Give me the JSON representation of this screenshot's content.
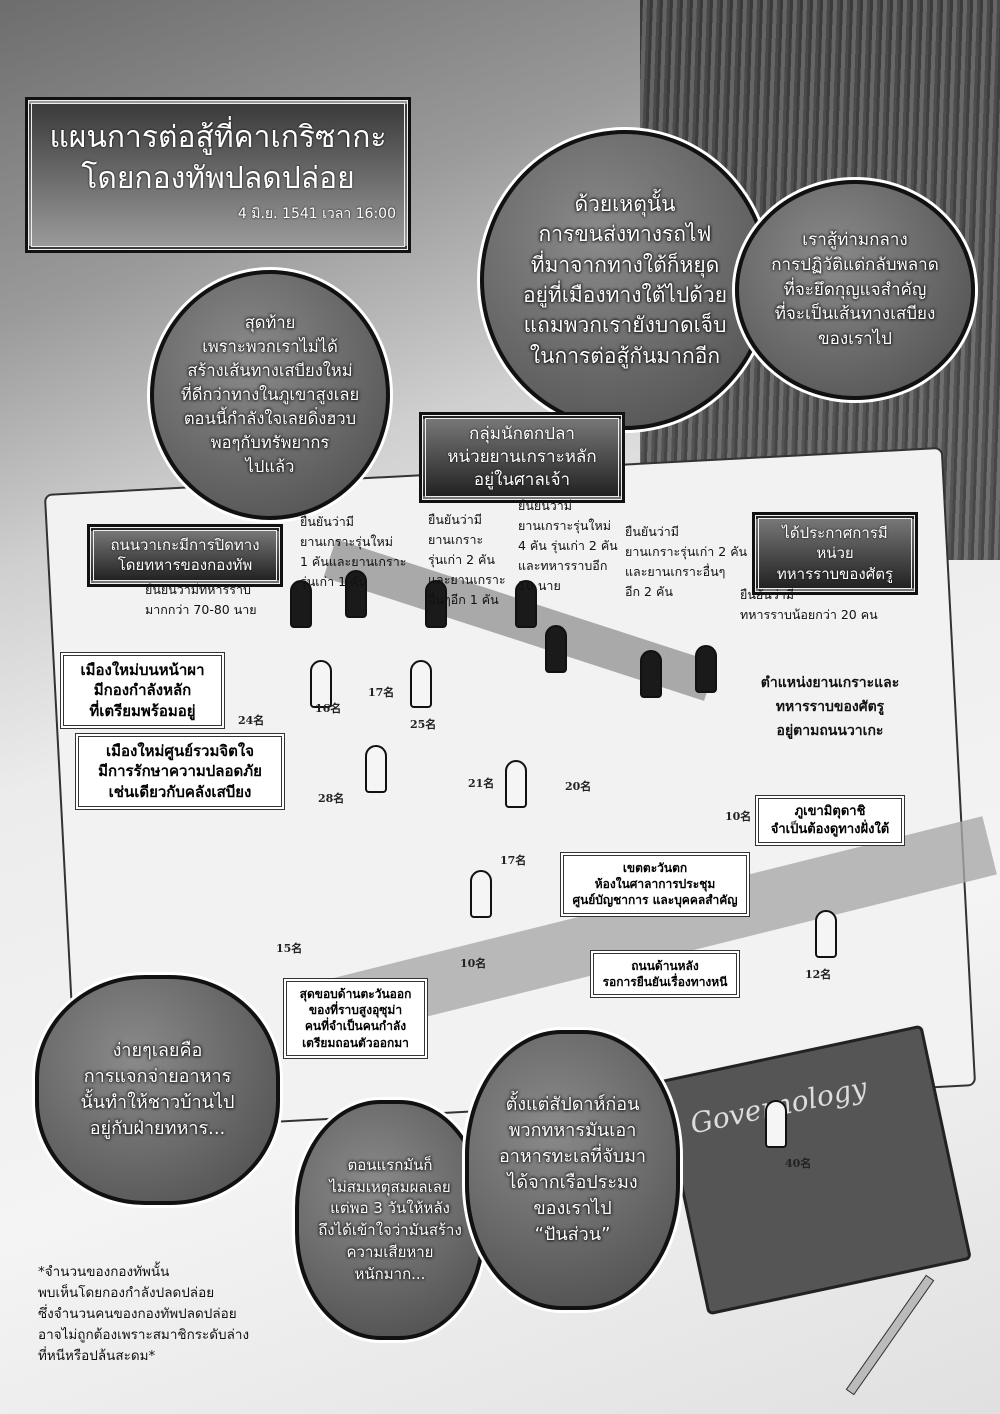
{
  "title_box": {
    "line1": "แผนการต่อสู้ที่คาเกริซากะ",
    "line2": "โดยกองทัพปลดปล่อย",
    "date": "4 มิ.ย. 1541 เวลา 16:00"
  },
  "bubbles": {
    "top_center": [
      "ด้วยเหตุนั้น",
      "การขนส่งทางรถไฟ",
      "ที่มาจากทางใต้ก็หยุด",
      "อยู่ที่เมืองทางใต้ไปด้วย",
      "แถมพวกเรายังบาดเจ็บ",
      "ในการต่อสู้กันมากอีก"
    ],
    "top_right": [
      "เราสู้ท่ามกลาง",
      "การปฏิวัติแต่กลับพลาด",
      "ที่จะยึดกุญแจสำคัญ",
      "ที่จะเป็นเส้นทางเสบียง",
      "ของเราไป"
    ],
    "left": [
      "สุดท้าย",
      "เพราะพวกเราไม่ได้",
      "สร้างเส้นทางเสบียงใหม่",
      "ที่ดีกว่าทางในภูเขาสูงเลย",
      "ตอนนี้กำลังใจเลยดิ่งฮวบ",
      "พอๆกับทรัพยากร",
      "ไปแล้ว"
    ],
    "bottom_left": [
      "ง่ายๆเลยคือ",
      "การแจกจ่ายอาหาร",
      "นั้นทำให้ชาวบ้านไป",
      "อยู่กับฝ่ายทหาร..."
    ],
    "bottom_mid": [
      "ตอนแรกมันก็",
      "ไม่สมเหตุสมผลเลย",
      "แต่พอ 3 วันให้หลัง",
      "ถึงได้เข้าใจว่ามันสร้าง",
      "ความเสียหาย",
      "หนักมาก..."
    ],
    "bottom_right": [
      "ตั้งแต่สัปดาห์ก่อน",
      "พวกทหารมันเอา",
      "อาหารทะเลที่จับมา",
      "ได้จากเรือประมง",
      "ของเราไป",
      "“ปันส่วน”"
    ]
  },
  "labels": {
    "fishermen": [
      "กลุ่มนักตกปลา",
      "หน่วยยานเกราะหลัก",
      "อยู่ในศาลเจ้า"
    ],
    "wake_road": [
      "ถนนวาเกะมีการปิดทาง",
      "โดยทหารของกองทัพ"
    ],
    "enemy_infantry": [
      "ได้ประกาศการมีหน่วย",
      "ทหารราบของศัตรู"
    ],
    "cliff_town": [
      "เมืองใหม่บนหน้าผา",
      "มีกองกำลังหลัก",
      "ที่เตรียมพร้อมอยู่"
    ],
    "center_town": [
      "เมืองใหม่ศูนย์รวมจิตใจ",
      "มีการรักษาความปลอดภัย",
      "เช่นเดียวกับคลังเสบียง"
    ],
    "enemy_position": [
      "ตำแหน่งยานเกราะและ",
      "ทหารราบของศัตรู",
      "อยู่ตามถนนวาเกะ"
    ],
    "mt_mitsudachi": [
      "ภูเขามิตุดาชิ",
      "จำเป็นต้องดูทางฝั่งใต้"
    ],
    "west_district": [
      "เขตตะวันตก",
      "ห้องในศาลาการประชุม",
      "ศูนย์บัญชาการ และบุคคลสำคัญ"
    ],
    "back_road": [
      "ถนนด้านหลัง",
      "รอการยืนยันเรื่องทางหนี"
    ],
    "east_edge": [
      "สุดขอบด้านตะวันออก",
      "ของที่ราบสูงอุซุม่า",
      "คนที่จำเป็นคนกำลัง",
      "เตรียมถอนตัวออกมา"
    ]
  },
  "notes": {
    "n1": [
      "ยืนยันว่ามี",
      "ยานเกราะรุ่นใหม่",
      "1 คันและยานเกราะ",
      "รุ่นเก่า 1 คัน"
    ],
    "n2": [
      "ยืนยันว่ามี",
      "ยานเกราะ",
      "รุ่นเก่า 2 คัน",
      "และยานเกราะ",
      "อื่นๆอีก 1 คัน"
    ],
    "n3": [
      "ยืนยันว่ามี",
      "ยานเกราะรุ่นใหม่",
      "4 คัน รุ่นเก่า 2 คัน",
      "และทหารราบอีก",
      "10 นาย"
    ],
    "n4": [
      "ยืนยันว่ามี",
      "ยานเกราะรุ่นเก่า 2 คัน",
      "และยานเกราะอื่นๆ",
      "อีก 2 คัน"
    ],
    "n5": [
      "ยืนยันว่ามีทหารราบ",
      "มากกว่า 70-80 นาย"
    ],
    "n6": [
      "ยืนยันว่ามี",
      "ทหารราบน้อยกว่า 20 คน"
    ]
  },
  "counts": [
    "24名",
    "16名",
    "17名",
    "25名",
    "28名",
    "21名",
    "20名",
    "17名",
    "10名",
    "15名",
    "10名",
    "12名",
    "40名"
  ],
  "book_title": "Governology",
  "footnote": [
    "*จำนวนของกองทัพนั้น",
    "พบเห็นโดยกองกำลังปลดปล่อย",
    "ซึ่งจำนวนคนของกองทัพปลดปล่อย",
    "อาจไม่ถูกต้องเพราะสมาชิกระดับล่าง",
    "ที่หนีหรือปล้นสะดม*"
  ]
}
